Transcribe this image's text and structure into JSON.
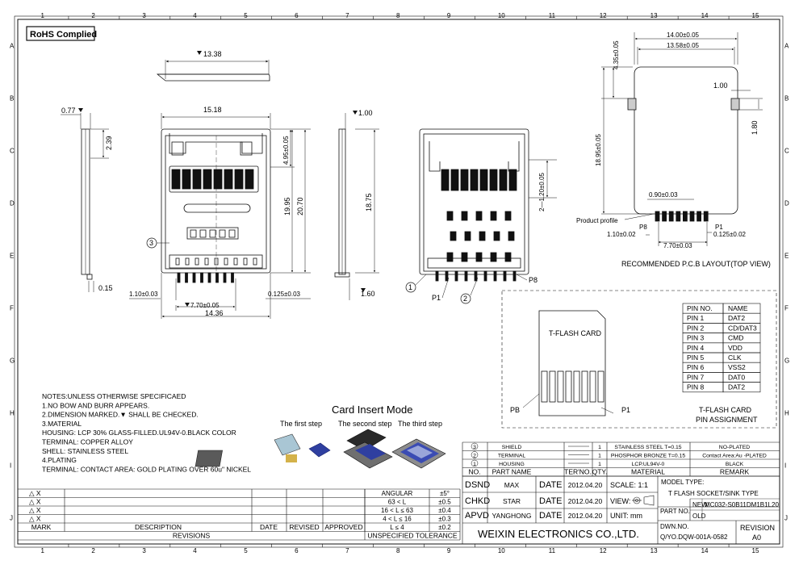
{
  "zone_cols": [
    "1",
    "2",
    "3",
    "4",
    "5",
    "6",
    "7",
    "8",
    "9",
    "10",
    "11",
    "12",
    "13",
    "14",
    "15"
  ],
  "zone_rows": [
    "A",
    "B",
    "C",
    "D",
    "E",
    "F",
    "G",
    "H",
    "I",
    "J"
  ],
  "rohs": "RoHS Complied",
  "dims": {
    "top_width": "13.38",
    "side_thick": "0.77",
    "side_239": "2.39",
    "side_015": "0.15",
    "front_width": "15.18",
    "front_495": "4.95±0.05",
    "front_1995": "19.95",
    "front_2070": "20.70",
    "front_110": "1.10±0.03",
    "front_770": "7.70±0.05",
    "front_0125": "0.125±0.03",
    "front_1436": "14.36",
    "side2_100": "1.00",
    "side2_1875": "18.75",
    "side2_160": "1.60",
    "rear_120": "2—1.20±0.05",
    "callout_1": "1",
    "callout_2": "2",
    "callout_3": "3",
    "label_p1": "P1",
    "label_p8": "P8"
  },
  "pcb": {
    "w1400": "14.00±0.05",
    "w1358": "13.58±0.05",
    "h435": "4.35±0.05",
    "h1895": "18.95±0.05",
    "d100": "1.00",
    "d180": "1.80",
    "pitch090": "0.90±0.03",
    "product_profile": "Product profile",
    "p8": "P8",
    "p1": "P1",
    "d110": "1.10±0.02",
    "d0125": "0.125±0.02",
    "d770": "7.70±0.03",
    "caption": "RECOMMENDED P.C.B LAYOUT(TOP VIEW)"
  },
  "tflash": {
    "card_label": "T-FLASH CARD",
    "pb": "PB",
    "p1": "P1",
    "caption1": "T-FLASH CARD",
    "caption2": "PIN ASSIGNMENT",
    "headers": [
      "PIN NO.",
      "NAME"
    ],
    "rows": [
      [
        "PIN 1",
        "DAT2"
      ],
      [
        "PIN 2",
        "CD/DAT3"
      ],
      [
        "PIN 3",
        "CMD"
      ],
      [
        "PIN 4",
        "VDD"
      ],
      [
        "PIN 5",
        "CLK"
      ],
      [
        "PIN 6",
        "VSS2"
      ],
      [
        "PIN 7",
        "DAT0"
      ],
      [
        "PIN 8",
        "DAT2"
      ]
    ]
  },
  "notes": [
    "NOTES:UNLESS OTHERWISE SPECIFICAED",
    "1.NO BOW AND BURR APPEARS.",
    "2.DIMENSION MARKED.▼ SHALL BE CHECKED.",
    "3.MATERIAL",
    "   HOUSING: LCP 30% GLASS-FILLED.UL94V-0.BLACK COLOR",
    "   TERMINAL: COPPER ALLOY",
    "   SHELL: STAINLESS STEEL",
    "4.PLATING",
    "   TERMINAL: CONTACT AREA: GOLD PLATING OVER 60u\" NICKEL"
  ],
  "insert": {
    "title": "Card Insert Mode",
    "steps": [
      "The first step",
      "The second step",
      "The third step"
    ]
  },
  "revisions": {
    "rows": [
      "△ X",
      "△ X",
      "△ X",
      "△ X"
    ],
    "headers": [
      "MARK",
      "DESCRIPTION",
      "DATE",
      "REVISED",
      "APPROVED"
    ],
    "footer": "REVISIONS"
  },
  "tolerance": {
    "rows": [
      [
        "ANGULAR",
        "±5°"
      ],
      [
        "63 < L",
        "±0.5"
      ],
      [
        "16 < L ≤ 63",
        "±0.4"
      ],
      [
        "4 < L ≤ 16",
        "±0.3"
      ],
      [
        "L ≤ 4",
        "±0.2"
      ]
    ],
    "footer": "UNSPECIFIED TOLERANCE"
  },
  "bom": {
    "rows": [
      [
        "3",
        "SHIELD",
        "",
        "1",
        "STAINLESS STEEL T=0.15",
        "NO-PLATED"
      ],
      [
        "2",
        "TERMINAL",
        "",
        "1",
        "PHOSPHOR BRONZE T=0.15",
        "Contact Area:Au -PLATED"
      ],
      [
        "1",
        "HOUSING",
        "",
        "1",
        "LCP.UL94V-0",
        "BLACK"
      ]
    ],
    "headers": [
      "NO.",
      "PART  NAME",
      "TER'NO.",
      "QTY.",
      "MATERIAL",
      "REMARK"
    ]
  },
  "signoff": [
    {
      "role": "DSND",
      "name": "MAX",
      "label": "DATE",
      "date": "2012.04.20"
    },
    {
      "role": "CHKD",
      "name": "STAR",
      "label": "DATE",
      "date": "2012.04.20"
    },
    {
      "role": "APVD",
      "name": "YANGHONG",
      "label": "DATE",
      "date": "2012.04.20"
    }
  ],
  "scale": "SCALE: 1:1",
  "view": "VIEW:",
  "unit": "UNIT:  mm",
  "model_type_label": "MODEL TYPE:",
  "model_type": "T FLASH SOCKET/SINK TYPE",
  "part_no_label": "PART NO.",
  "new_label": "NEW",
  "new_value": "MC032-S0B11DM1B1L20",
  "old_label": "OLD",
  "company": "WEIXIN ELECTRONICS CO.,LTD.",
  "dwg_no_label": "DWN.NO.",
  "dwg_no": "Q/YO.DQW-001A-0582",
  "revision_label": "REVISION",
  "revision": "A0"
}
